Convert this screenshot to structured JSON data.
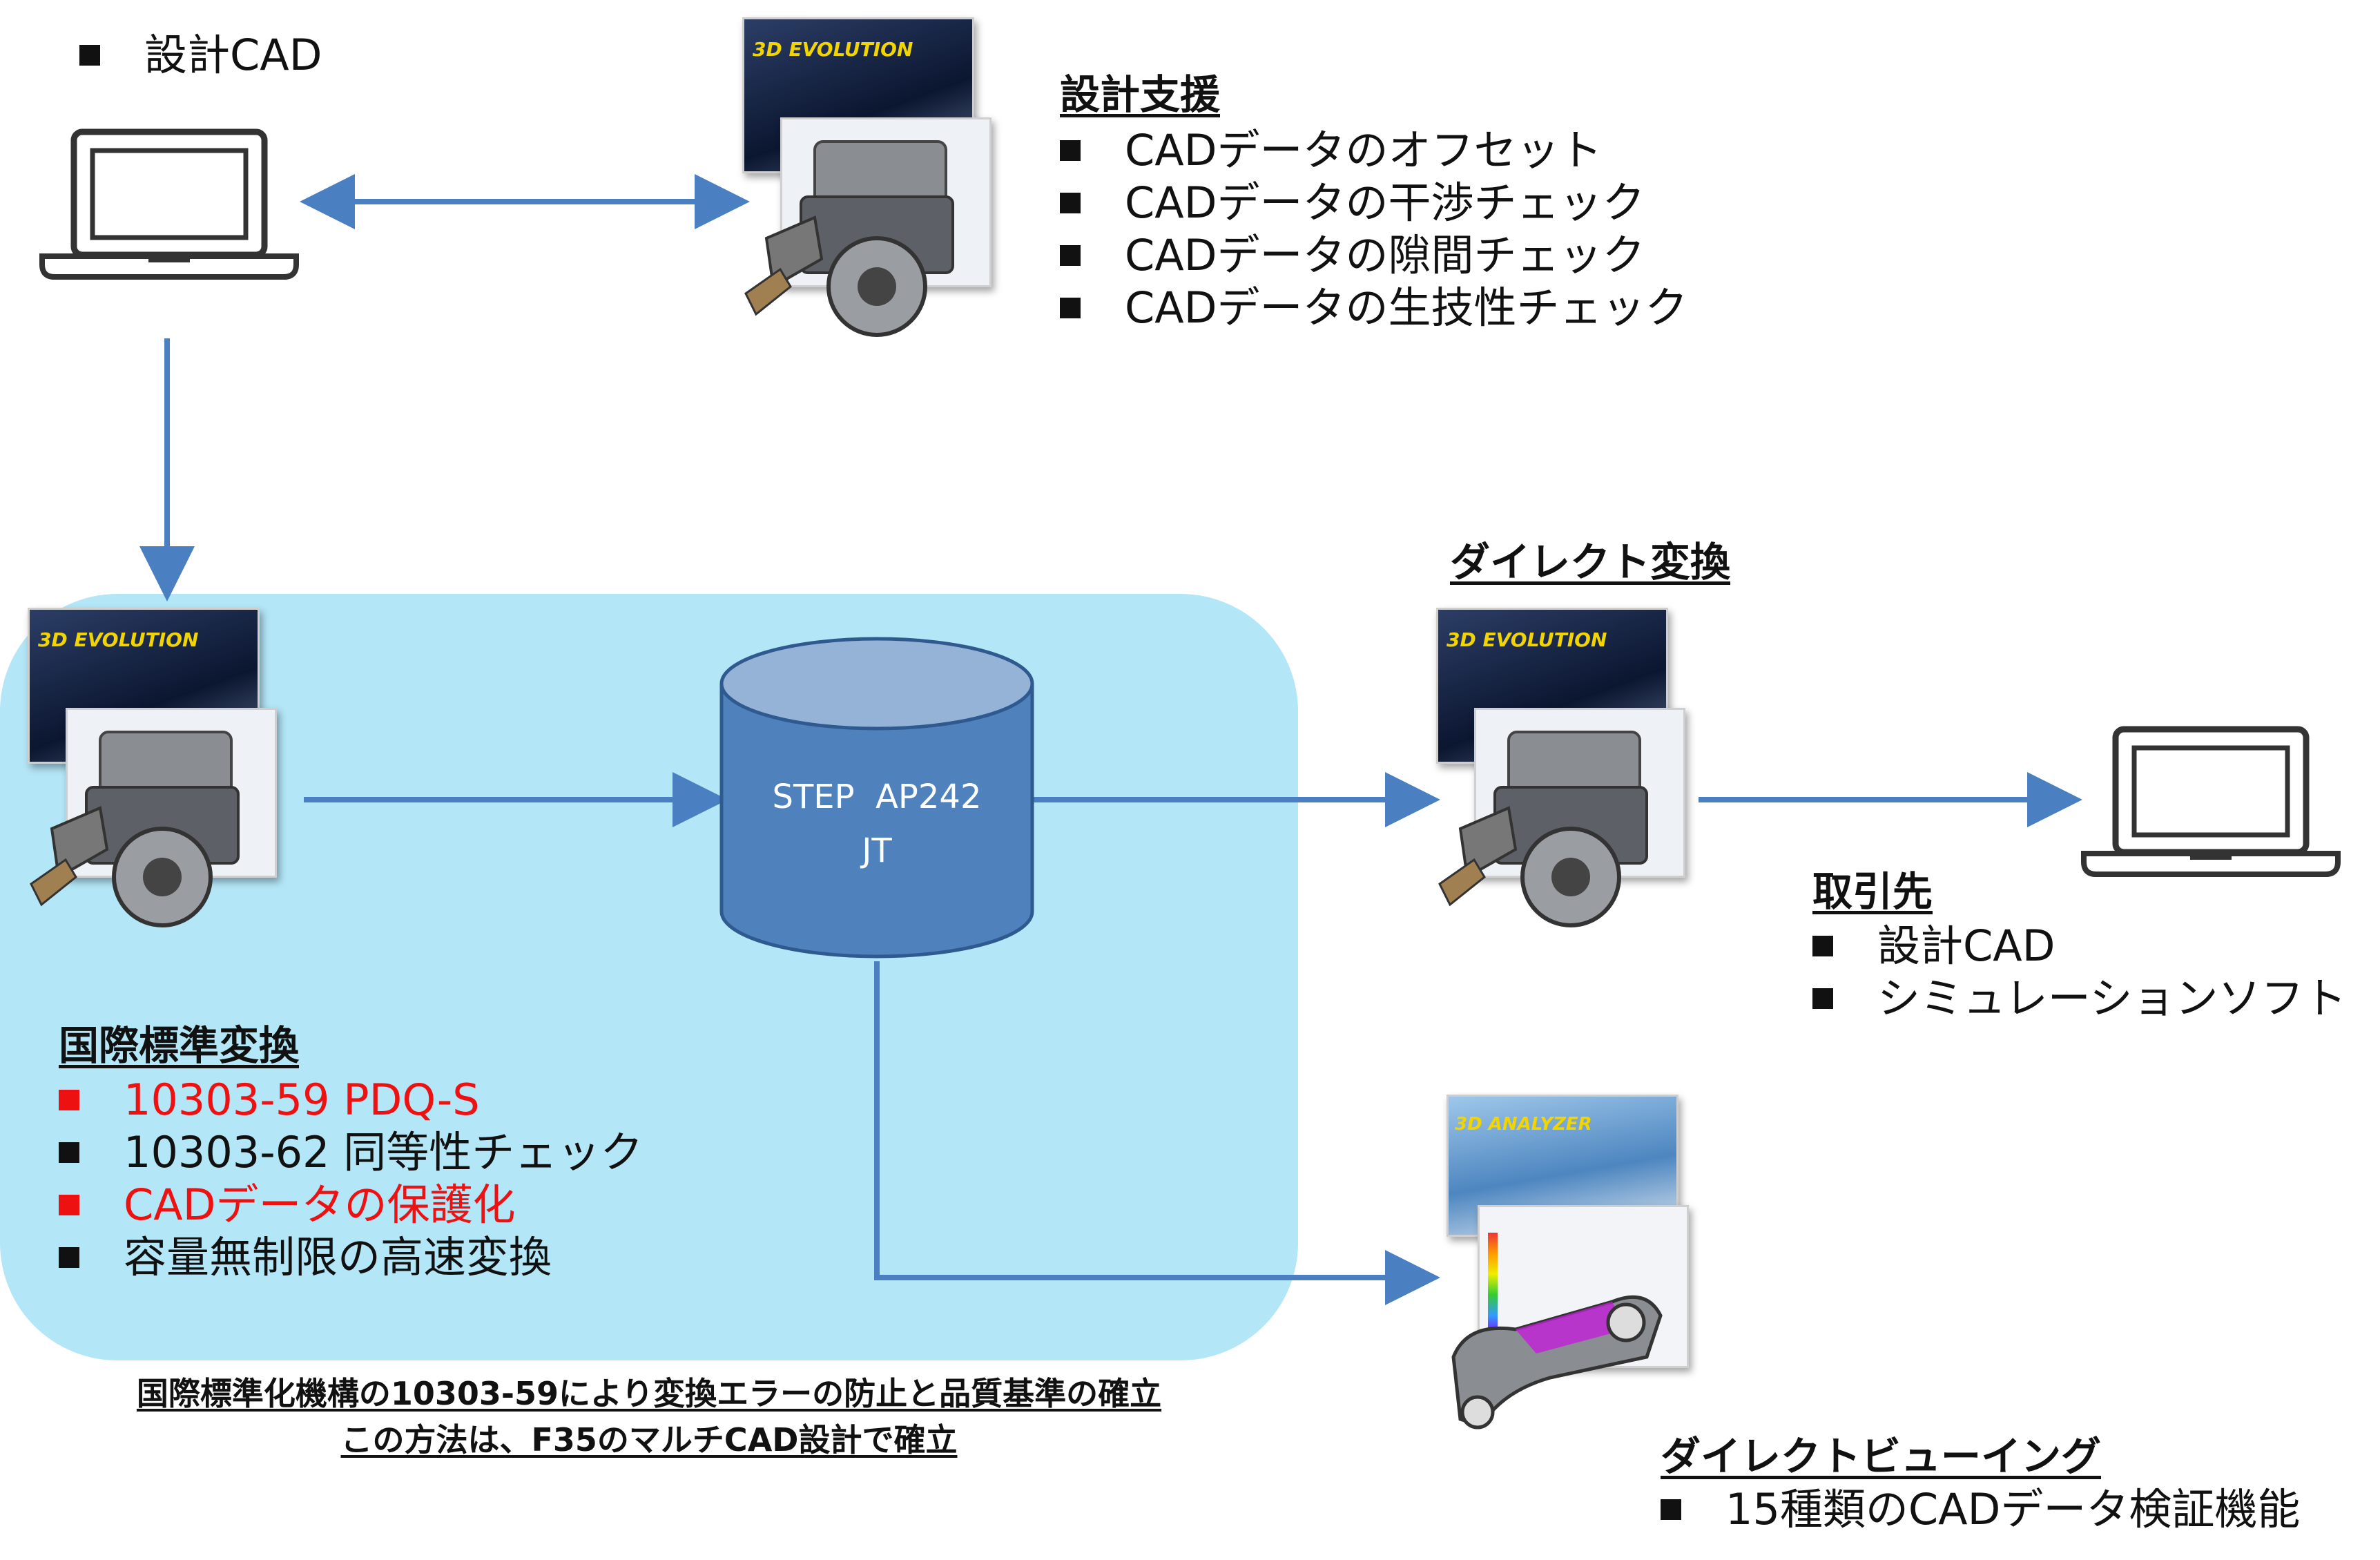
{
  "top_left": {
    "bullet_label": "設計CAD"
  },
  "design_support": {
    "title": "設計支援",
    "items": [
      "CADデータのオフセット",
      "CADデータの干渉チェック",
      "CADデータの隙間チェック",
      "CADデータの生技性チェック"
    ]
  },
  "direct_conversion": {
    "title": "ダイレクト変換"
  },
  "database": {
    "line1": "STEP  AP242",
    "line2": "JT"
  },
  "partner": {
    "title": "取引先",
    "items": [
      "設計CAD",
      "シミュレーションソフト"
    ]
  },
  "intl_standard": {
    "title": "国際標準変換",
    "items": [
      {
        "text": "10303-59 PDQ-S",
        "highlight": true
      },
      {
        "text": "10303-62 同等性チェック",
        "highlight": false
      },
      {
        "text": "CADデータの保護化",
        "highlight": true
      },
      {
        "text": "容量無制限の高速変換",
        "highlight": false
      }
    ]
  },
  "footnote": {
    "line1": "国際標準化機構の10303-59により変換エラーの防止と品質基準の確立",
    "line2": "この方法は、F35のマルチCAD設計で確立"
  },
  "direct_viewing": {
    "title": "ダイレクトビューイング",
    "items": [
      "15種類のCADデータ検証機能"
    ]
  },
  "app_logos": {
    "evolution": "3D EVOLUTION",
    "analyzer": "3D ANALYZER"
  },
  "colors": {
    "arrow": "#4a7fc1",
    "panel": "#b3e6f7",
    "cylinder": "#4f81bd",
    "cylinder_top": "#95b3d7",
    "highlight": "#ee1111"
  }
}
